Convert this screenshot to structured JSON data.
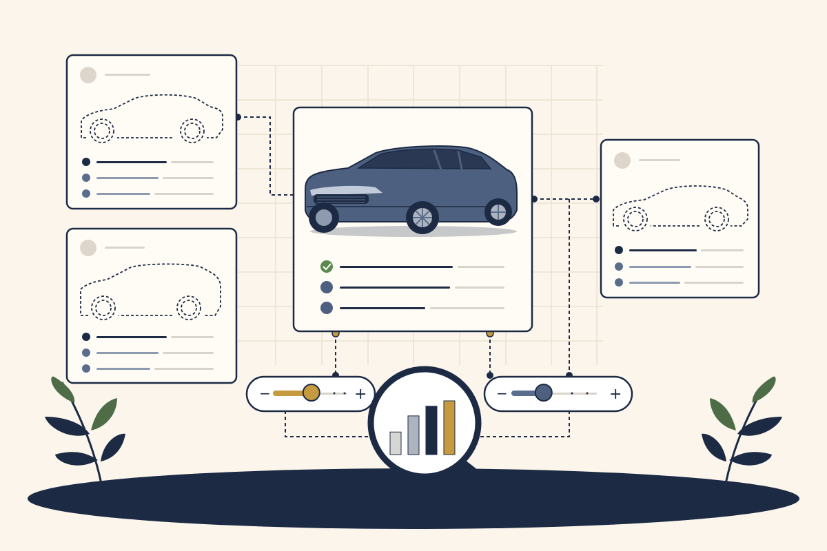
{
  "colors": {
    "background": "#fbf5ec",
    "navy": "#1c2a44",
    "slate": "#5b6d8d",
    "gold": "#c69a3e",
    "car_body": "#4d607f",
    "leaf_green": "#4e6d47",
    "check_green": "#5a8a4c",
    "grid": "#ece2d2",
    "light_line": "#d9d4cb"
  },
  "cards": [
    {
      "id": "left-top",
      "silhouette": "sedan-outline",
      "rows": 3
    },
    {
      "id": "left-bottom",
      "silhouette": "suv-outline",
      "rows": 3
    },
    {
      "id": "center",
      "image": "sedan-car",
      "rows": 3,
      "first_row_icon": "check-icon"
    },
    {
      "id": "right",
      "silhouette": "sedan-outline",
      "rows": 3
    }
  ],
  "sliders": [
    {
      "id": "left-slider",
      "minus": "−",
      "plus": "+",
      "value": 0.45,
      "accent": "gold"
    },
    {
      "id": "right-slider",
      "minus": "−",
      "plus": "+",
      "value": 0.45,
      "accent": "slate"
    }
  ],
  "magnifier": {
    "icon": "magnifier-icon",
    "bar_chart": {
      "values": [
        0.42,
        0.72,
        0.9,
        1.0
      ],
      "colors": [
        "#d6d6d2",
        "#aeb4be",
        "#1c2a44",
        "#c69a3e"
      ]
    }
  },
  "plants": [
    "plant-left",
    "plant-right"
  ]
}
